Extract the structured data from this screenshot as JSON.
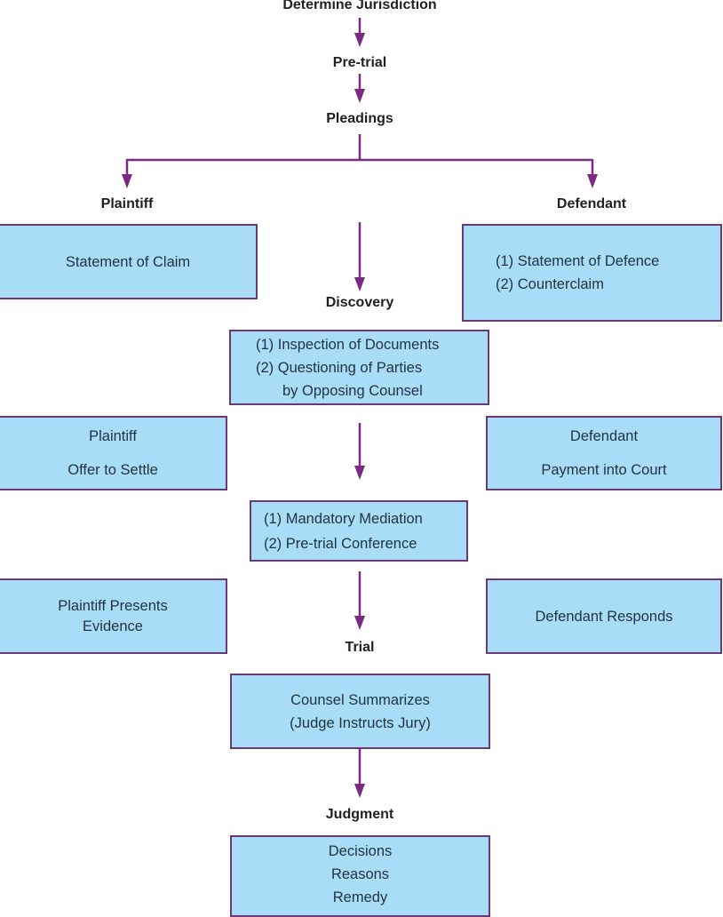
{
  "colors": {
    "arrow": "#7b2a82",
    "box_fill": "#a9dcf6",
    "box_border": "#6a3877",
    "label_text": "#231f20",
    "box_text": "#1e3342"
  },
  "stages": {
    "jurisdiction": "Determine Jurisdiction",
    "pretrial": "Pre-trial",
    "pleadings": "Pleadings",
    "plaintiff": "Plaintiff",
    "defendant": "Defendant",
    "discovery": "Discovery",
    "trial": "Trial",
    "judgment": "Judgment"
  },
  "boxes": {
    "statement_of_claim": [
      "Statement of Claim"
    ],
    "defence": [
      "(1) Statement of Defence",
      "(2) Counterclaim"
    ],
    "discovery_steps": [
      "(1) Inspection of Documents",
      "(2) Questioning of Parties",
      "by Opposing Counsel"
    ],
    "plaintiff_offer": [
      "Plaintiff",
      "Offer to Settle"
    ],
    "defendant_payment": [
      "Defendant",
      "Payment into Court"
    ],
    "mediation": [
      "(1) Mandatory Mediation",
      "(2) Pre-trial Conference"
    ],
    "plaintiff_evidence": [
      "Plaintiff Presents",
      "Evidence"
    ],
    "defendant_responds": [
      "Defendant Responds"
    ],
    "summation": [
      "Counsel Summarizes",
      "(Judge Instructs Jury)"
    ],
    "judgment_outcome": [
      "Decisions",
      "Reasons",
      "Remedy"
    ]
  }
}
